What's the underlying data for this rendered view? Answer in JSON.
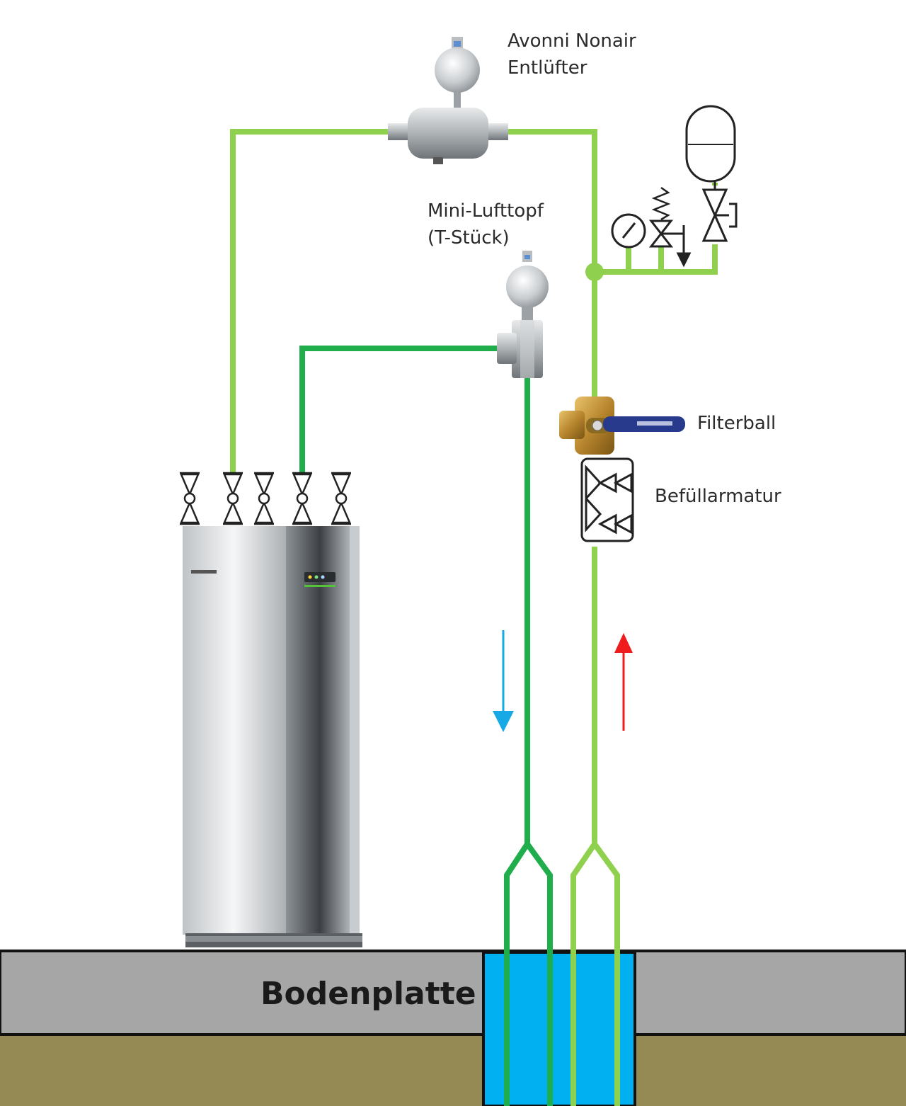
{
  "labels": {
    "vent_line1": "Avonni Nonair",
    "vent_line2": "Entlüfter",
    "mini_line1": "Mini-Lufttopf",
    "mini_line2": "(T-Stück)",
    "filterball": "Filterball",
    "befuell": "Befüllarmatur",
    "bodenplatte": "Bodenplatte"
  },
  "colors": {
    "pipe_supply": "#8fd14f",
    "pipe_return": "#1fae4b",
    "slab": "#a6a6a6",
    "soil": "#958a53",
    "borehole": "#00b0f0",
    "flow_down": "#16a9e6",
    "flow_up": "#ee1c1c"
  }
}
